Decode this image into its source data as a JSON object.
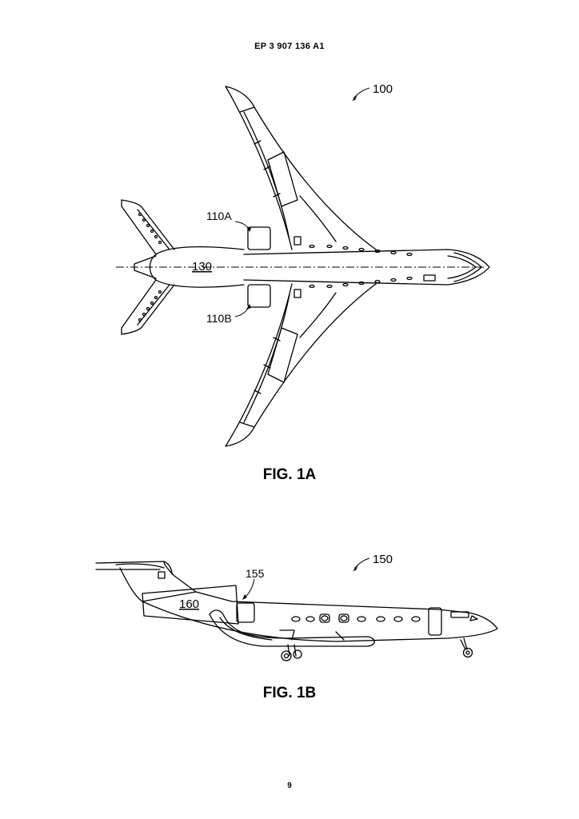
{
  "header": {
    "patent_number": "EP 3 907 136 A1"
  },
  "figure_1a": {
    "caption": "FIG. 1A",
    "ref_aircraft": "100",
    "ref_engine_a": "110A",
    "ref_engine_b": "110B",
    "ref_fuselage": "130"
  },
  "figure_1b": {
    "caption": "FIG. 1B",
    "ref_aircraft": "150",
    "ref_inlet": "155",
    "ref_nacelle": "160"
  },
  "footer": {
    "page_number": "9"
  }
}
